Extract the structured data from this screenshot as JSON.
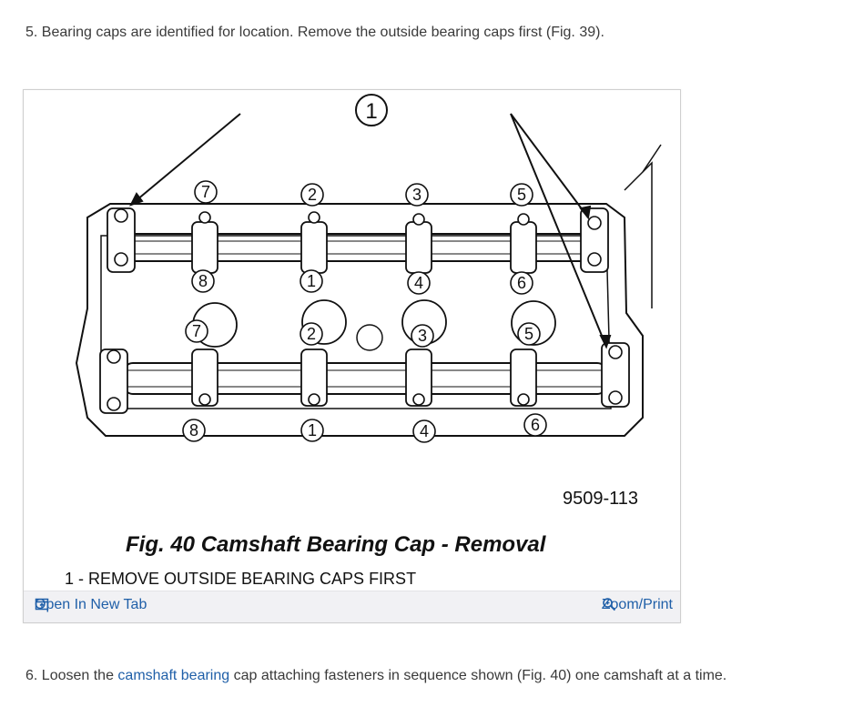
{
  "step5": {
    "text": "5. Bearing caps are identified for location. Remove the outside bearing caps first (Fig. 39)."
  },
  "step6": {
    "prefix": "6. Loosen the ",
    "link": "camshaft bearing",
    "suffix": " cap attaching fasteners in sequence shown (Fig. 40) one camshaft at a time."
  },
  "figure": {
    "callout_main": "1",
    "part_number": "9509-113",
    "title": "Fig. 40 Camshaft Bearing Cap - Removal",
    "legend": "1 - REMOVE OUTSIDE BEARING CAPS FIRST",
    "upper_outer_labels": [
      "7",
      "2",
      "3",
      "5"
    ],
    "upper_inner_labels": [
      "8",
      "1",
      "4",
      "6"
    ],
    "lower_outer_labels": [
      "7",
      "2",
      "3",
      "5"
    ],
    "lower_inner_labels": [
      "8",
      "1",
      "4",
      "6"
    ]
  },
  "toolbar": {
    "open_tab": "Open In New Tab",
    "zoom": "Zoom/Print",
    "link_color": "#1f5fa8"
  },
  "icons": {
    "open_tab": "open-in-new-tab-icon",
    "zoom": "zoom-icon"
  }
}
